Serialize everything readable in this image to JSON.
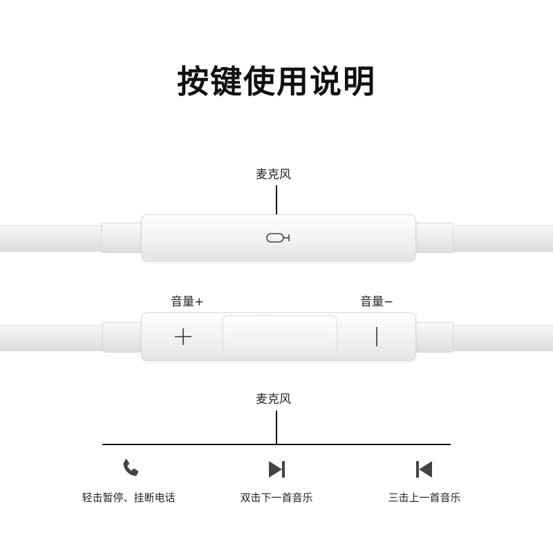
{
  "title": "按键使用说明",
  "mic_label_top": "麦克风",
  "volume_up_label": "音量+",
  "volume_down_label": "音量−",
  "mic_label_bottom": "麦克风",
  "actions": [
    {
      "icon": "phone-icon",
      "text": "轻击暂停、挂断电话"
    },
    {
      "icon": "next-track-icon",
      "text": "双击下一首音乐"
    },
    {
      "icon": "previous-track-icon",
      "text": "三击上一首音乐"
    }
  ]
}
